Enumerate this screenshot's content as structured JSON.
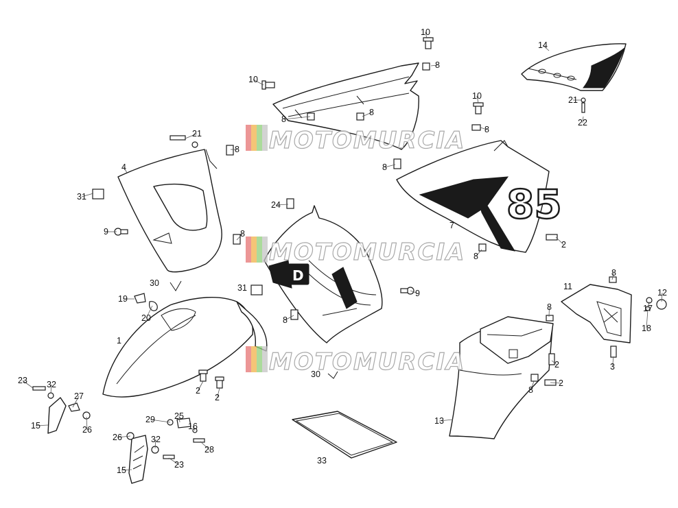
{
  "watermark": {
    "text": "MOTOMURCIA",
    "stripe_colors": [
      "#e57373",
      "#f0b24a",
      "#8fcf7a",
      "#c4c4c4"
    ]
  },
  "callouts": [
    {
      "id": "c10a",
      "label": "10"
    },
    {
      "id": "c8a",
      "label": "8"
    },
    {
      "id": "c10b",
      "label": "10"
    },
    {
      "id": "c8b",
      "label": "8"
    },
    {
      "id": "c8c",
      "label": "8"
    },
    {
      "id": "c14",
      "label": "14"
    },
    {
      "id": "c21a",
      "label": "21"
    },
    {
      "id": "c22",
      "label": "22"
    },
    {
      "id": "c10c",
      "label": "10"
    },
    {
      "id": "c8d",
      "label": "8"
    },
    {
      "id": "c8e",
      "label": "8"
    },
    {
      "id": "c7",
      "label": "7"
    },
    {
      "id": "c2a",
      "label": "2"
    },
    {
      "id": "c8f",
      "label": "8"
    },
    {
      "id": "c21b",
      "label": "21"
    },
    {
      "id": "c8g",
      "label": "8"
    },
    {
      "id": "c4",
      "label": "4"
    },
    {
      "id": "c31a",
      "label": "31"
    },
    {
      "id": "c9a",
      "label": "9"
    },
    {
      "id": "c24",
      "label": "24"
    },
    {
      "id": "c8h",
      "label": "8"
    },
    {
      "id": "c30a",
      "label": "30"
    },
    {
      "id": "c31b",
      "label": "31"
    },
    {
      "id": "c19",
      "label": "19"
    },
    {
      "id": "c20",
      "label": "20"
    },
    {
      "id": "c8i",
      "label": "8"
    },
    {
      "id": "c9b",
      "label": "9"
    },
    {
      "id": "c1",
      "label": "1"
    },
    {
      "id": "c30b",
      "label": "30"
    },
    {
      "id": "c2b",
      "label": "2"
    },
    {
      "id": "c2c",
      "label": "2"
    },
    {
      "id": "c23a",
      "label": "23"
    },
    {
      "id": "c32a",
      "label": "32"
    },
    {
      "id": "c27",
      "label": "27"
    },
    {
      "id": "c15a",
      "label": "15"
    },
    {
      "id": "c26a",
      "label": "26"
    },
    {
      "id": "c29",
      "label": "29"
    },
    {
      "id": "c25",
      "label": "25"
    },
    {
      "id": "c16",
      "label": "16"
    },
    {
      "id": "c26b",
      "label": "26"
    },
    {
      "id": "c32b",
      "label": "32"
    },
    {
      "id": "c28",
      "label": "28"
    },
    {
      "id": "c15b",
      "label": "15"
    },
    {
      "id": "c23b",
      "label": "23"
    },
    {
      "id": "c33",
      "label": "33"
    },
    {
      "id": "c8j",
      "label": "8"
    },
    {
      "id": "c11",
      "label": "11"
    },
    {
      "id": "c12",
      "label": "12"
    },
    {
      "id": "c17",
      "label": "17"
    },
    {
      "id": "c18",
      "label": "18"
    },
    {
      "id": "c8k",
      "label": "8"
    },
    {
      "id": "c2d",
      "label": "2"
    },
    {
      "id": "c3",
      "label": "3"
    },
    {
      "id": "c2e",
      "label": "2"
    },
    {
      "id": "c8l",
      "label": "8"
    },
    {
      "id": "c13",
      "label": "13"
    }
  ],
  "decals": {
    "race_number": "85",
    "badge_letter": "D"
  }
}
